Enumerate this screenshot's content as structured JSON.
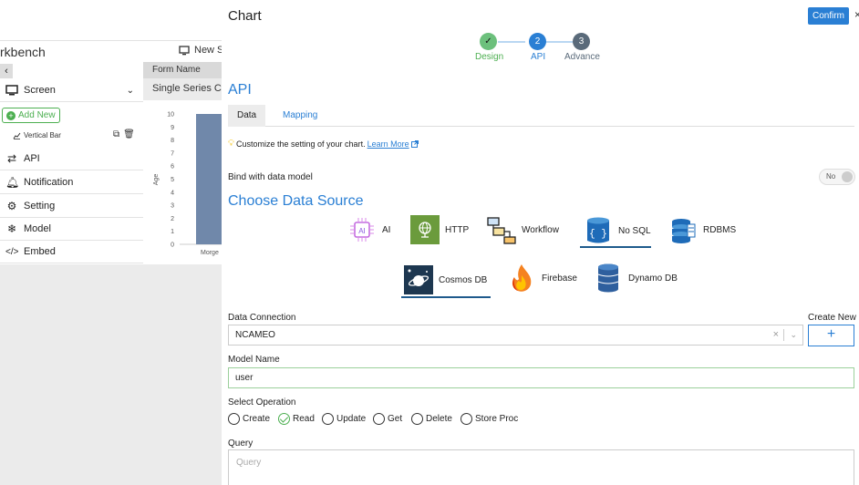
{
  "background": {
    "app_title": "rkbench",
    "new_screen_label": "New Sc",
    "sidebar": {
      "screen_label": "Screen",
      "add_new_label": "Add New",
      "vertical_bar_label": "Vertical Bar",
      "items": [
        {
          "label": "API",
          "icon": "arrows-icon"
        },
        {
          "label": "Notification",
          "icon": "bell-icon"
        },
        {
          "label": "Setting",
          "icon": "gear-icon"
        },
        {
          "label": "Model",
          "icon": "model-icon"
        },
        {
          "label": "Embed",
          "icon": "code-icon"
        }
      ]
    },
    "form_name_header": "Form Name",
    "form_name_value": "Single Series Cha",
    "preview_chart": {
      "ylabel": "Age",
      "y_ticks": [
        "10",
        "9",
        "8",
        "7",
        "6",
        "5",
        "4",
        "3",
        "2",
        "1",
        "0"
      ],
      "x_label": "Morge"
    }
  },
  "chart_data": {
    "type": "bar",
    "categories": [
      "Morge"
    ],
    "values": [
      10
    ],
    "xlabel": "",
    "ylabel": "Age",
    "ylim": [
      0,
      10
    ]
  },
  "modal": {
    "title": "Chart",
    "confirm_label": "Confirm",
    "close_label": "×",
    "steps": [
      {
        "number": "✓",
        "label": "Design",
        "state": "done"
      },
      {
        "number": "2",
        "label": "API",
        "state": "active"
      },
      {
        "number": "3",
        "label": "Advance",
        "state": "pending"
      }
    ],
    "section_title": "API",
    "tabs": [
      {
        "label": "Data",
        "active": true
      },
      {
        "label": "Mapping",
        "active": false
      }
    ],
    "hint_text": "Customize the setting of your chart.",
    "hint_link": "Learn More",
    "bind_label": "Bind with data model",
    "toggle_label": "No",
    "choose_title": "Choose Data Source",
    "sources_row1": [
      {
        "label": "AI",
        "icon": "ai-chip-icon"
      },
      {
        "label": "HTTP",
        "icon": "globe-icon"
      },
      {
        "label": "Workflow",
        "icon": "workflow-icon"
      },
      {
        "label": "No SQL",
        "icon": "nosql-icon",
        "active": true
      },
      {
        "label": "RDBMS",
        "icon": "database-icon"
      }
    ],
    "sources_row2": [
      {
        "label": "Cosmos DB",
        "icon": "cosmos-icon",
        "active": true
      },
      {
        "label": "Firebase",
        "icon": "firebase-icon"
      },
      {
        "label": "Dynamo DB",
        "icon": "dynamo-icon"
      }
    ],
    "data_connection_label": "Data Connection",
    "data_connection_value": "NCAMEO",
    "create_new_label": "Create New",
    "model_name_label": "Model Name",
    "model_name_value": "user",
    "select_operation_label": "Select Operation",
    "operations": [
      {
        "label": "Create",
        "checked": false
      },
      {
        "label": "Read",
        "checked": true
      },
      {
        "label": "Update",
        "checked": false
      },
      {
        "label": "Get",
        "checked": false
      },
      {
        "label": "Delete",
        "checked": false
      },
      {
        "label": "Store Proc",
        "checked": false
      }
    ],
    "query_label": "Query",
    "query_placeholder": "Query"
  },
  "colors": {
    "accent": "#2a7fd4",
    "success": "#4caf50",
    "step_pending": "#5a6a7a",
    "bar": "#7088aa"
  }
}
